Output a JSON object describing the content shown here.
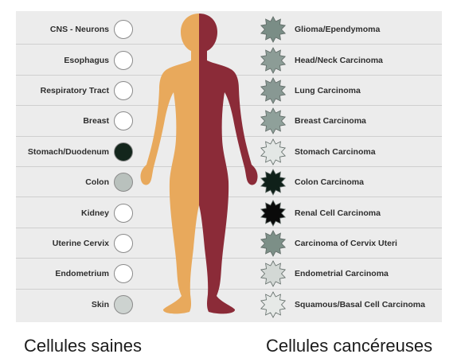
{
  "healthy_cells": [
    {
      "label": "CNS - Neurons",
      "fill": "#ffffff",
      "icon": "circle-icon"
    },
    {
      "label": "Esophagus",
      "fill": "#ffffff",
      "icon": "circle-icon"
    },
    {
      "label": "Respiratory Tract",
      "fill": "#ffffff",
      "icon": "circle-icon"
    },
    {
      "label": "Breast",
      "fill": "#ffffff",
      "icon": "circle-icon"
    },
    {
      "label": "Stomach/Duodenum",
      "fill": "#13261c",
      "icon": "circle-icon"
    },
    {
      "label": "Colon",
      "fill": "#b9c1bd",
      "icon": "circle-icon"
    },
    {
      "label": "Kidney",
      "fill": "#ffffff",
      "icon": "circle-icon"
    },
    {
      "label": "Uterine Cervix",
      "fill": "#ffffff",
      "icon": "circle-icon"
    },
    {
      "label": "Endometrium",
      "fill": "#ffffff",
      "icon": "circle-icon"
    },
    {
      "label": "Skin",
      "fill": "#cdd3d0",
      "icon": "circle-icon"
    }
  ],
  "cancer_cells": [
    {
      "label": "Glioma/Ependymoma",
      "fill": "#7a8d86",
      "icon": "spiky-cell-icon"
    },
    {
      "label": "Head/Neck Carcinoma",
      "fill": "#8c9c96",
      "icon": "spiky-cell-icon"
    },
    {
      "label": "Lung Carcinoma",
      "fill": "#889893",
      "icon": "spiky-cell-icon"
    },
    {
      "label": "Breast Carcinoma",
      "fill": "#8fa09a",
      "icon": "spiky-cell-icon"
    },
    {
      "label": "Stomach Carcinoma",
      "fill": "#e3e7e5",
      "icon": "spiky-cell-icon"
    },
    {
      "label": "Colon Carcinoma",
      "fill": "#0f2019",
      "icon": "spiky-cell-icon"
    },
    {
      "label": "Renal Cell Carcinoma",
      "fill": "#0a0a0a",
      "icon": "spiky-cell-icon"
    },
    {
      "label": "Carcinoma of Cervix Uteri",
      "fill": "#7c8f87",
      "icon": "spiky-cell-icon"
    },
    {
      "label": "Endometrial Carcinoma",
      "fill": "#d3d8d5",
      "icon": "spiky-cell-icon"
    },
    {
      "label": "Squamous/Basal Cell Carcinoma",
      "fill": "#e6e9e7",
      "icon": "spiky-cell-icon"
    }
  ],
  "captions": {
    "healthy": "Cellules saines",
    "cancer": "Cellules cancéreuses"
  },
  "colors": {
    "body_healthy": "#e8a95c",
    "body_cancer": "#8b2b38",
    "panel_background": "#ececec",
    "row_line": "#cfcfcf",
    "label_text": "#2e2e2e"
  }
}
